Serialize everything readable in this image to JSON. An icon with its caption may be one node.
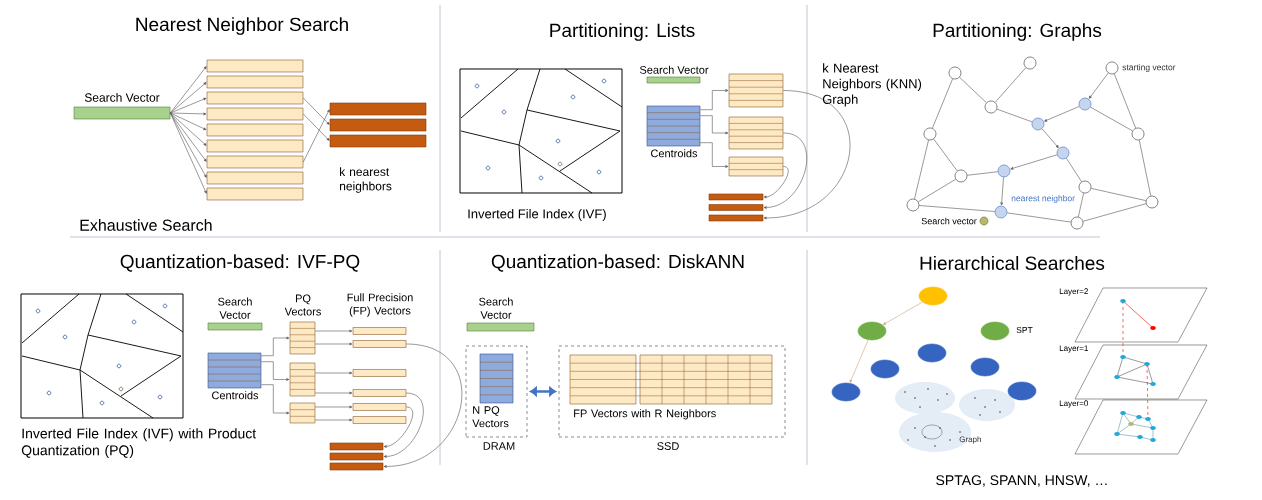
{
  "diagram": {
    "nodes": [
      {
        "text": [
          "Search Vector"
        ]
      },
      {
        "text": [],
        "shape": "bar"
      },
      {
        "text": [],
        "shape": "bar"
      },
      {
        "text": [],
        "shape": "bar"
      },
      {
        "text": [],
        "shape": "bar"
      },
      {
        "text": [],
        "shape": "bar"
      },
      {
        "text": [],
        "shape": "bar"
      },
      {
        "text": [],
        "shape": "bar"
      },
      {
        "text": [],
        "shape": "bar"
      },
      {
        "text": [],
        "shape": "bar"
      },
      {
        "text": [],
        "shape": "bar"
      },
      {
        "text": [],
        "shape": "bar"
      },
      {
        "text": [],
        "shape": "bar"
      },
      {
        "text": [
          "Search Vector"
        ]
      },
      {
        "text": [
          "Centroids"
        ]
      },
      {
        "text": [],
        "shape": "box"
      },
      {
        "text": [],
        "shape": "box"
      },
      {
        "text": [],
        "shape": "box"
      },
      {
        "text": [],
        "shape": "bar"
      },
      {
        "text": [],
        "shape": "bar"
      },
      {
        "text": [],
        "shape": "bar"
      },
      {
        "text": [],
        "shape": "circle"
      },
      {
        "text": [],
        "shape": "circle"
      },
      {
        "text": [],
        "shape": "circle",
        "beside": [
          "starting vector"
        ]
      },
      {
        "text": [],
        "shape": "circle"
      },
      {
        "text": [],
        "shape": "circle"
      },
      {
        "text": [],
        "shape": "circle"
      },
      {
        "text": [],
        "shape": "circle"
      },
      {
        "text": [],
        "shape": "circle"
      },
      {
        "text": [],
        "shape": "circle"
      },
      {
        "text": [],
        "shape": "circle"
      },
      {
        "text": [],
        "shape": "circle"
      },
      {
        "text": [],
        "shape": "circle"
      },
      {
        "text": [],
        "shape": "circle"
      },
      {
        "text": [],
        "shape": "circle"
      },
      {
        "text": [],
        "shape": "circle",
        "beside": [
          "nearest neighbor"
        ]
      },
      {
        "text": [],
        "shape": "circle"
      },
      {
        "text": [],
        "shape": "circle",
        "beside": [
          "Search vector"
        ]
      },
      {
        "text": [
          "Search Vector"
        ]
      },
      {
        "text": [
          "Centroids"
        ]
      },
      {
        "text": [],
        "shape": "box"
      },
      {
        "text": [],
        "shape": "box"
      },
      {
        "text": [],
        "shape": "box"
      },
      {
        "text": [],
        "shape": "bar"
      },
      {
        "text": [],
        "shape": "bar"
      },
      {
        "text": [],
        "shape": "bar"
      },
      {
        "text": [],
        "shape": "bar"
      },
      {
        "text": [],
        "shape": "bar"
      },
      {
        "text": [],
        "shape": "bar"
      },
      {
        "text": [],
        "shape": "bar"
      },
      {
        "text": [],
        "shape": "bar"
      },
      {
        "text": [],
        "shape": "bar"
      },
      {
        "text": [
          "Search Vector"
        ]
      },
      {
        "text": [
          "DRAM"
        ]
      },
      {
        "text": [
          "N PQ Vectors"
        ],
        "in": 53
      },
      {
        "text": [
          "SSD"
        ]
      },
      {
        "text": [
          "FP Vectors with R Neighbors"
        ],
        "in": 55
      },
      {
        "text": [],
        "shape": "circle"
      },
      {
        "text": [],
        "shape": "circle"
      },
      {
        "text": [],
        "shape": "circle"
      },
      {
        "text": [],
        "shape": "circle"
      },
      {
        "text": [],
        "shape": "circle"
      },
      {
        "text": [],
        "shape": "circle"
      },
      {
        "text": [],
        "shape": "circle"
      },
      {
        "text": [],
        "shape": "circle"
      }
    ],
    "edges": [
      {
        "from": 0,
        "to": 1,
        "arrow": "to"
      },
      {
        "from": 0,
        "to": 2,
        "arrow": "to"
      },
      {
        "from": 0,
        "to": 3,
        "arrow": "to"
      },
      {
        "from": 0,
        "to": 4,
        "arrow": "to"
      },
      {
        "from": 0,
        "to": 5,
        "arrow": "to"
      },
      {
        "from": 0,
        "to": 6,
        "arrow": "to"
      },
      {
        "from": 0,
        "to": 7,
        "arrow": "to"
      },
      {
        "from": 0,
        "to": 8,
        "arrow": "to"
      },
      {
        "from": 0,
        "to": 9,
        "arrow": "to"
      },
      {
        "from": 3,
        "to": 11,
        "arrow": "to"
      },
      {
        "from": 4,
        "to": 12,
        "arrow": "to"
      },
      {
        "from": 7,
        "to": 10,
        "arrow": "to"
      },
      {
        "from": 14,
        "to": 15,
        "arrow": "to"
      },
      {
        "from": 14,
        "to": 16,
        "arrow": "to"
      },
      {
        "from": 14,
        "to": 17,
        "arrow": "to"
      },
      {
        "from": 15,
        "to": 20,
        "arrow": "to"
      },
      {
        "from": 16,
        "to": 19,
        "arrow": "to"
      },
      {
        "from": 17,
        "to": 18,
        "arrow": "to"
      },
      {
        "from": 21,
        "to": 24,
        "arrow": "none"
      },
      {
        "from": 21,
        "to": 27,
        "arrow": "none"
      },
      {
        "from": 22,
        "to": 24,
        "arrow": "none"
      },
      {
        "from": 23,
        "to": 28,
        "arrow": "none"
      },
      {
        "from": 24,
        "to": 26,
        "arrow": "none"
      },
      {
        "from": 25,
        "to": 28,
        "arrow": "none"
      },
      {
        "from": 27,
        "to": 30,
        "arrow": "none"
      },
      {
        "from": 27,
        "to": 33,
        "arrow": "none"
      },
      {
        "from": 30,
        "to": 31,
        "arrow": "none"
      },
      {
        "from": 30,
        "to": 33,
        "arrow": "none"
      },
      {
        "from": 29,
        "to": 32,
        "arrow": "none"
      },
      {
        "from": 32,
        "to": 34,
        "arrow": "none"
      },
      {
        "from": 32,
        "to": 36,
        "arrow": "none"
      },
      {
        "from": 28,
        "to": 34,
        "arrow": "none"
      },
      {
        "from": 34,
        "to": 36,
        "arrow": "none"
      },
      {
        "from": 33,
        "to": 35,
        "arrow": "none"
      },
      {
        "from": 35,
        "to": 36,
        "arrow": "none"
      },
      {
        "from": 23,
        "to": 25,
        "arrow": "to"
      },
      {
        "from": 25,
        "to": 26,
        "arrow": "to"
      },
      {
        "from": 26,
        "to": 29,
        "arrow": "to"
      },
      {
        "from": 29,
        "to": 31,
        "arrow": "to"
      },
      {
        "from": 31,
        "to": 35,
        "arrow": "to"
      },
      {
        "from": 39,
        "to": 40,
        "arrow": "to"
      },
      {
        "from": 39,
        "to": 41,
        "arrow": "to"
      },
      {
        "from": 39,
        "to": 42,
        "arrow": "to"
      },
      {
        "from": 40,
        "to": 43,
        "arrow": "to"
      },
      {
        "from": 40,
        "to": 44,
        "arrow": "to"
      },
      {
        "from": 41,
        "to": 45,
        "arrow": "to"
      },
      {
        "from": 41,
        "to": 46,
        "arrow": "to"
      },
      {
        "from": 42,
        "to": 47,
        "arrow": "to"
      },
      {
        "from": 42,
        "to": 48,
        "arrow": "to"
      },
      {
        "from": 44,
        "to": 51,
        "arrow": "to"
      },
      {
        "from": 46,
        "to": 50,
        "arrow": "to"
      },
      {
        "from": 47,
        "to": 49,
        "arrow": "to"
      },
      {
        "from": 53,
        "to": 55,
        "arrow": "both",
        "style": "thick",
        "color": "#4472c4"
      },
      {
        "from": 57,
        "to": 58,
        "arrow": "to",
        "color": "#c8a27c"
      },
      {
        "from": 58,
        "to": 60,
        "arrow": "to",
        "color": "#c8a27c"
      }
    ],
    "labels": [
      "Nearest Neighbor Search",
      "k nearest neighbors",
      "Exhaustive Search",
      "Partitioning: Lists",
      "Inverted File Index (IVF)",
      "Partitioning: Graphs",
      "k Nearest Neighbors (KNN) Graph",
      "Quantization-based: IVF-PQ",
      "PQ Vectors",
      "Full Precision (FP) Vectors",
      "Inverted File Index (IVF) with Product Quantization (PQ)",
      "Quantization-based: DiskANN",
      "Hierarchical Searches",
      "SPT",
      "Layer=2",
      "Layer=1",
      "Layer=0",
      "Graph",
      "SPTAG, SPANN, HNSW, …"
    ]
  }
}
